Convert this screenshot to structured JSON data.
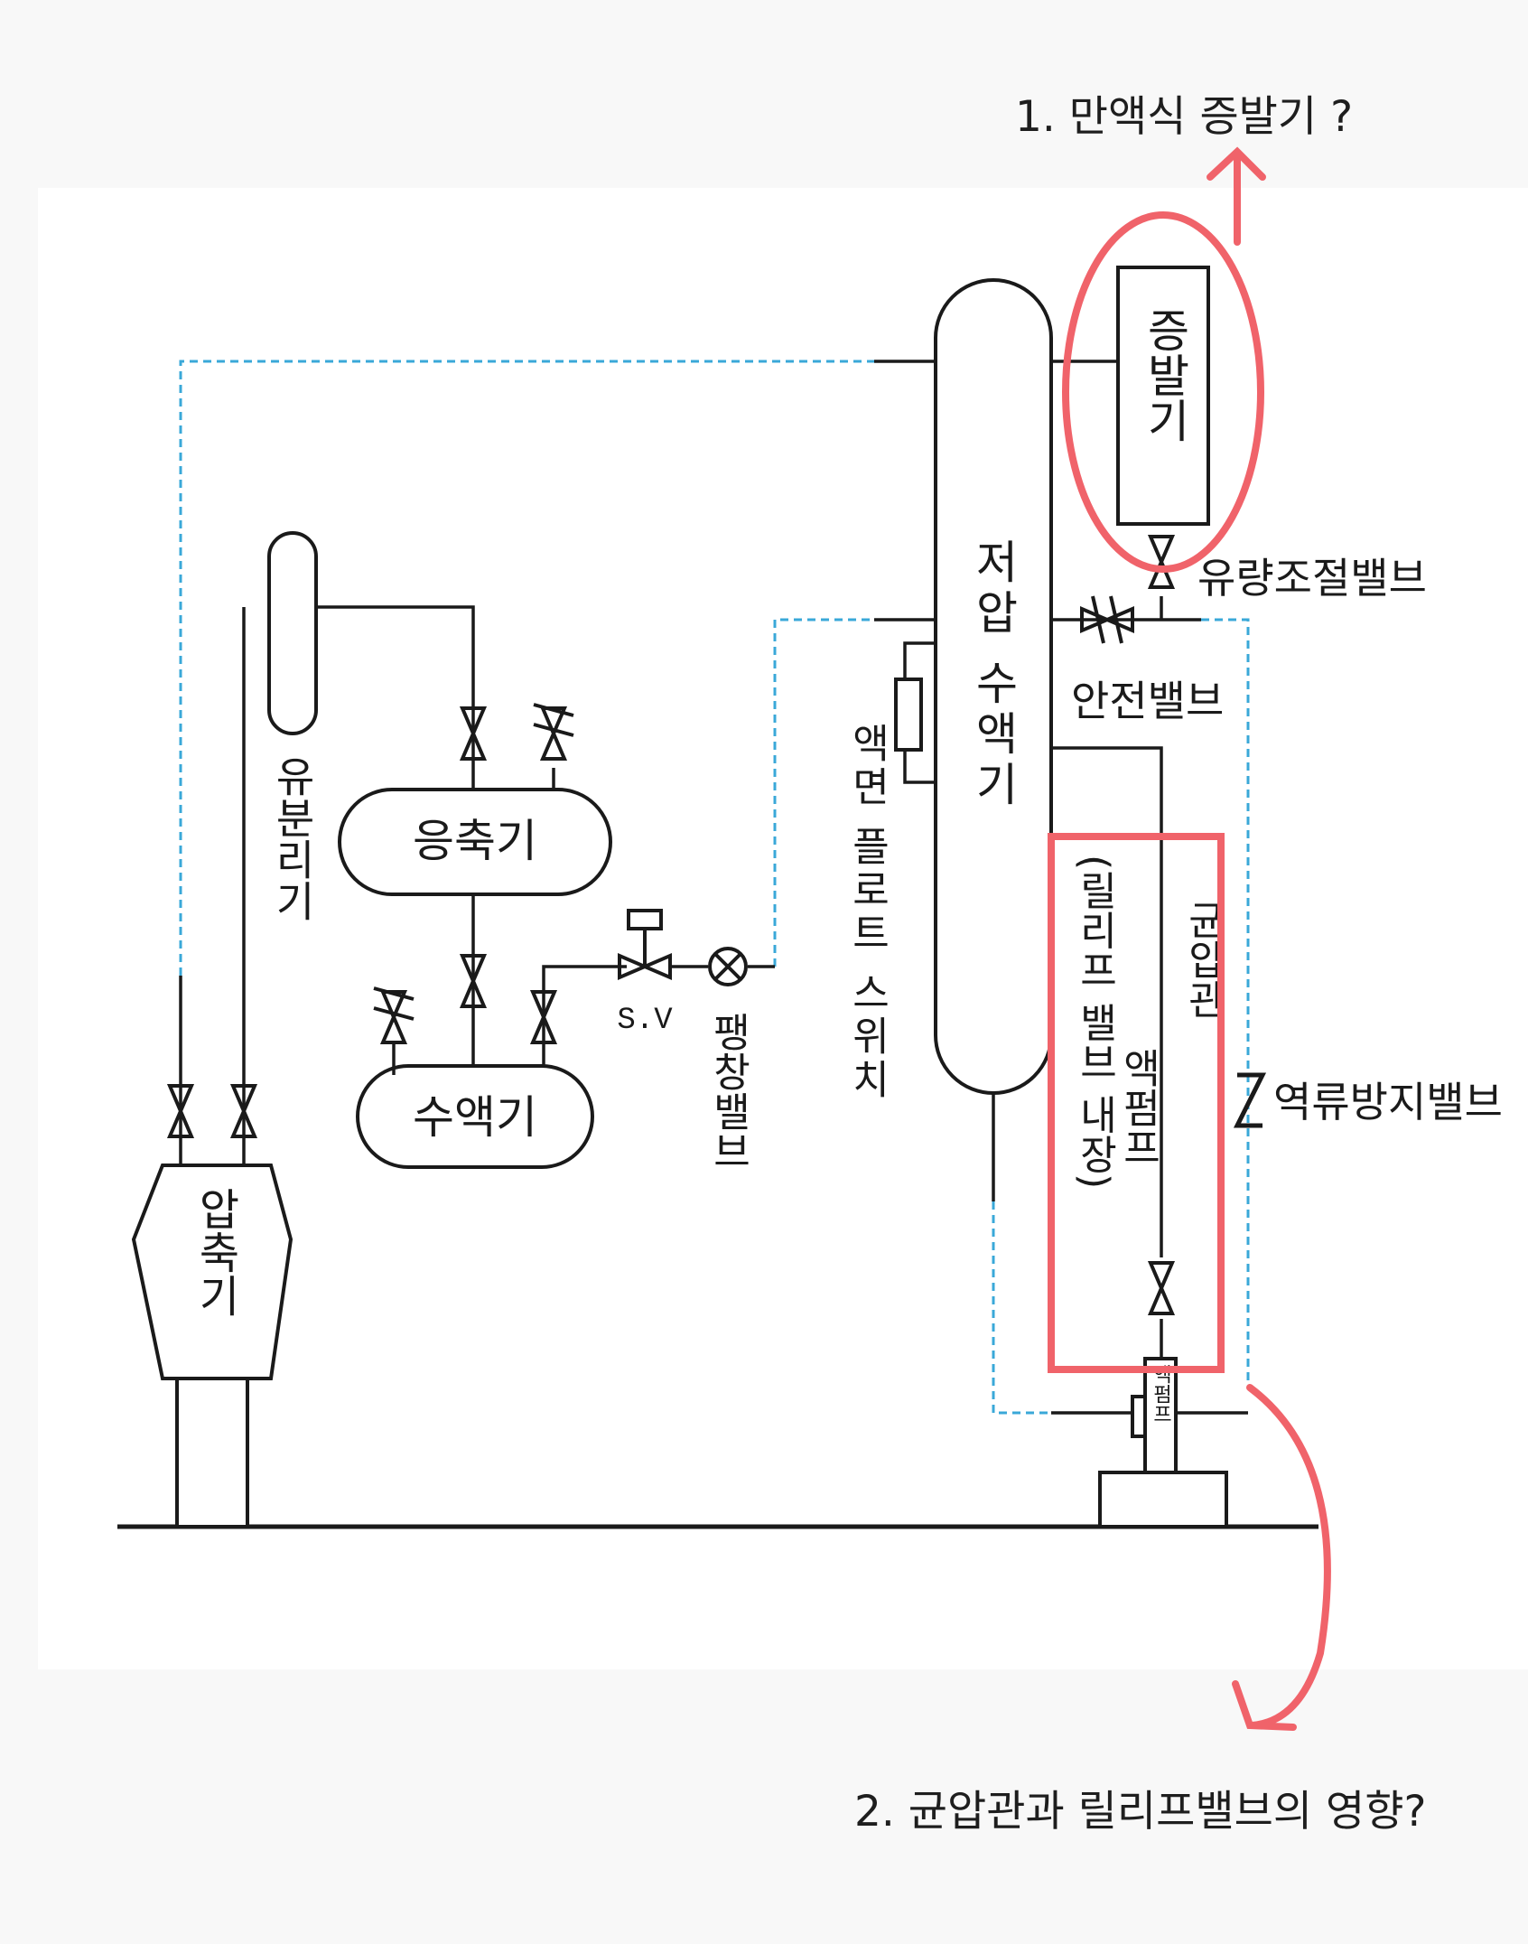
{
  "annotations": {
    "question1": "1. 만액식 증발기 ?",
    "question2": "2. 균압관과 릴리프밸브의 영향?"
  },
  "components": {
    "evaporator": "증발기",
    "flow_control_valve": "유량조절밸브",
    "low_pressure_receiver": "저압 수액기",
    "safety_valve": "안전밸브",
    "level_float_switch": "액면 플로트 스위치",
    "oil_separator": "유분리기",
    "condenser": "응축기",
    "receiver": "수액기",
    "compressor": "압축기",
    "solenoid_valve": "S.V",
    "expansion_valve": "팽창밸브",
    "equalizing_pipe": "균압관",
    "liquid_pump_note": "(릴리프 밸브 내장)",
    "liquid_pump_label": "액펌프",
    "liquid_pump_box": "액펌프",
    "check_valve": "역류방지밸브"
  },
  "colors": {
    "line": "#1a1a1a",
    "dashed_line": "#3aa8d8",
    "highlight": "#f0636a"
  }
}
